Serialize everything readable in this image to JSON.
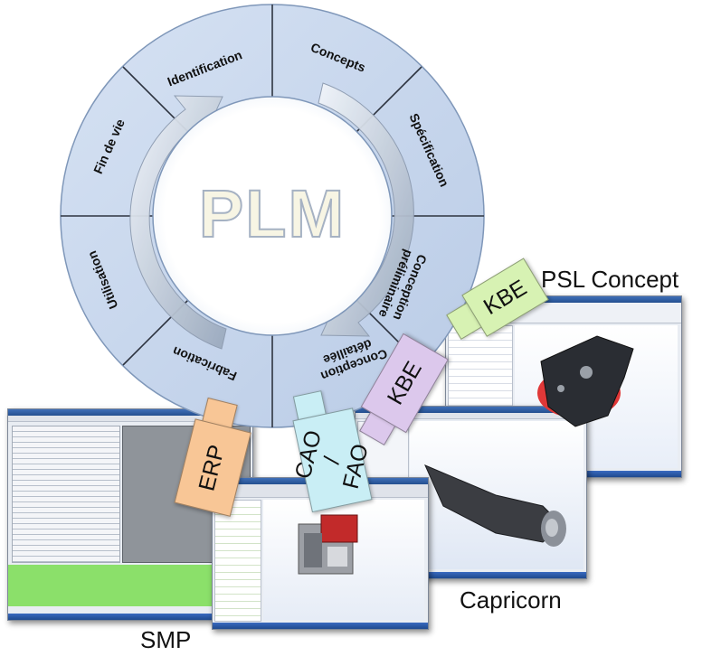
{
  "center_label": "PLM",
  "stages": [
    "Identification",
    "Concepts",
    "Spécification",
    "Conception préliminaire",
    "Conception détaillée",
    "Fabrication",
    "Utilisation",
    "Fin de vie"
  ],
  "applications": {
    "psl": "PSL Concept",
    "capricorn": "Capricorn",
    "smp": "SMP"
  },
  "tags": {
    "kbe_psl": "KBE",
    "kbe_capricorn": "KBE",
    "cao_fao": "CAO /\nFAO",
    "erp": "ERP"
  },
  "colors": {
    "ring_fill": "#c6d5ec",
    "ring_stroke": "#7f97b9",
    "center_fill": "#ffffff",
    "plm_text": "#f7f5e4",
    "plm_stroke": "#a6b2c3",
    "kbe_green": "#d7f2b3",
    "kbe_purple": "#dcc8ec",
    "cao_cyan": "#c9eef5",
    "erp_orange": "#f8c696",
    "smp_green": "#8be06a"
  }
}
